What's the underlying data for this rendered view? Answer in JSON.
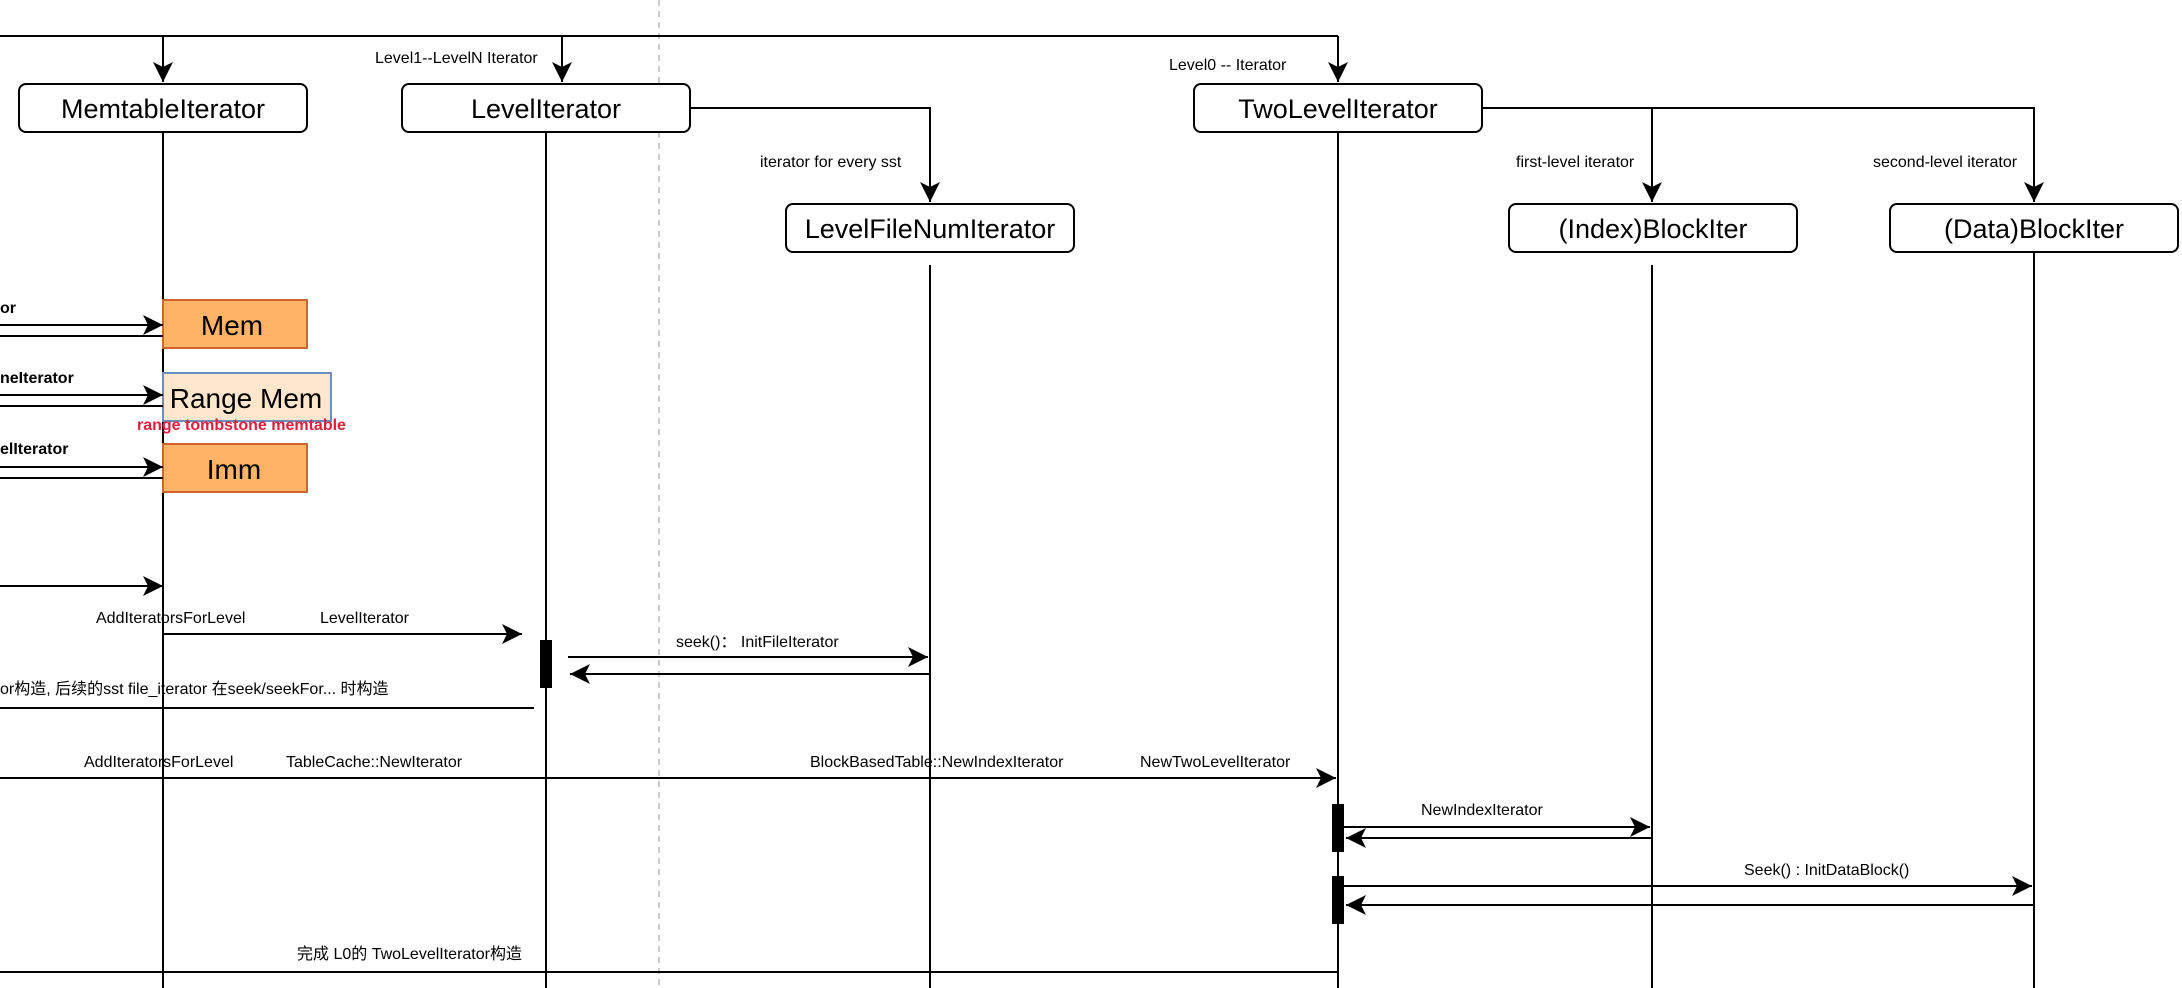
{
  "participants": [
    {
      "id": "memtable",
      "label": "MemtableIterator"
    },
    {
      "id": "level",
      "label": "LevelIterator"
    },
    {
      "id": "levelfilenum",
      "label": "LevelFileNumIterator"
    },
    {
      "id": "twolevel",
      "label": "TwoLevelIterator"
    },
    {
      "id": "indexblock",
      "label": "(Index)BlockIter"
    },
    {
      "id": "datablock",
      "label": "(Data)BlockIter"
    }
  ],
  "top_labels": {
    "level1_n": "Level1--LevelN Iterator",
    "level0": "Level0 -- Iterator",
    "every_sst": "iterator for every sst",
    "first_level": "first-level iterator",
    "second_level": "second-level iterator"
  },
  "mem_boxes": {
    "mem": "Mem",
    "range_mem": "Range Mem",
    "range_note": "range tombstone memtable",
    "imm": "Imm"
  },
  "truncated_labels": {
    "or": "or",
    "ne_iterator": "neIterator",
    "el_iterator": "elIterator"
  },
  "messages": {
    "add_iter_level_1": "AddIteratorsForLevel",
    "level_iterator": "LevelIterator",
    "seek_init_file": "seek()： InitFileIterator",
    "level_built": "or构造, 后续的sst file_iterator 在seek/seekFor... 时构造",
    "add_iter_level_2": "AddIteratorsForLevel",
    "tablecache_new": "TableCache::NewIterator",
    "bbt_new_index": "BlockBasedTable::NewIndexIterator",
    "new_two_level": "NewTwoLevelIterator",
    "new_index_iter": "NewIndexIterator",
    "seek_init_data": "Seek() : InitDataBlock()",
    "l0_done": "完成 L0的 TwoLevelIterator构造"
  },
  "colors": {
    "mem_fill": "#FFB366",
    "mem_stroke": "#CC6633",
    "range_fill": "#FFE6CC",
    "range_stroke": "#6C8EBF",
    "note_red": "#E01E3C",
    "dashed": "#BBBBBB"
  }
}
